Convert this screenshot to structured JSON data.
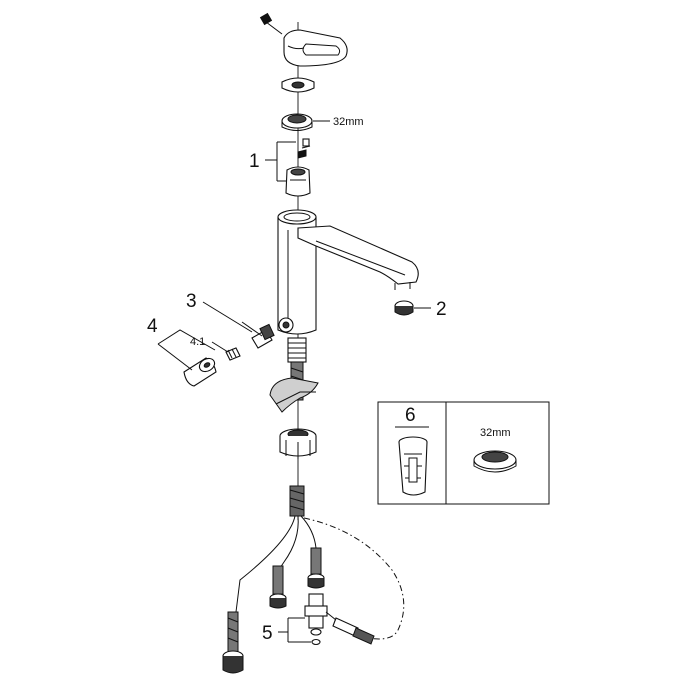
{
  "labels": {
    "callout_1": "1",
    "callout_2": "2",
    "callout_3": "3",
    "callout_4": "4",
    "callout_4_1": "4.1",
    "callout_5": "5",
    "callout_6": "6",
    "size_top": "32mm",
    "size_box": "32mm"
  },
  "colors": {
    "line": "#111111",
    "shade": "#cfcfcf",
    "dark_fill": "#555555",
    "background": "#ffffff"
  }
}
